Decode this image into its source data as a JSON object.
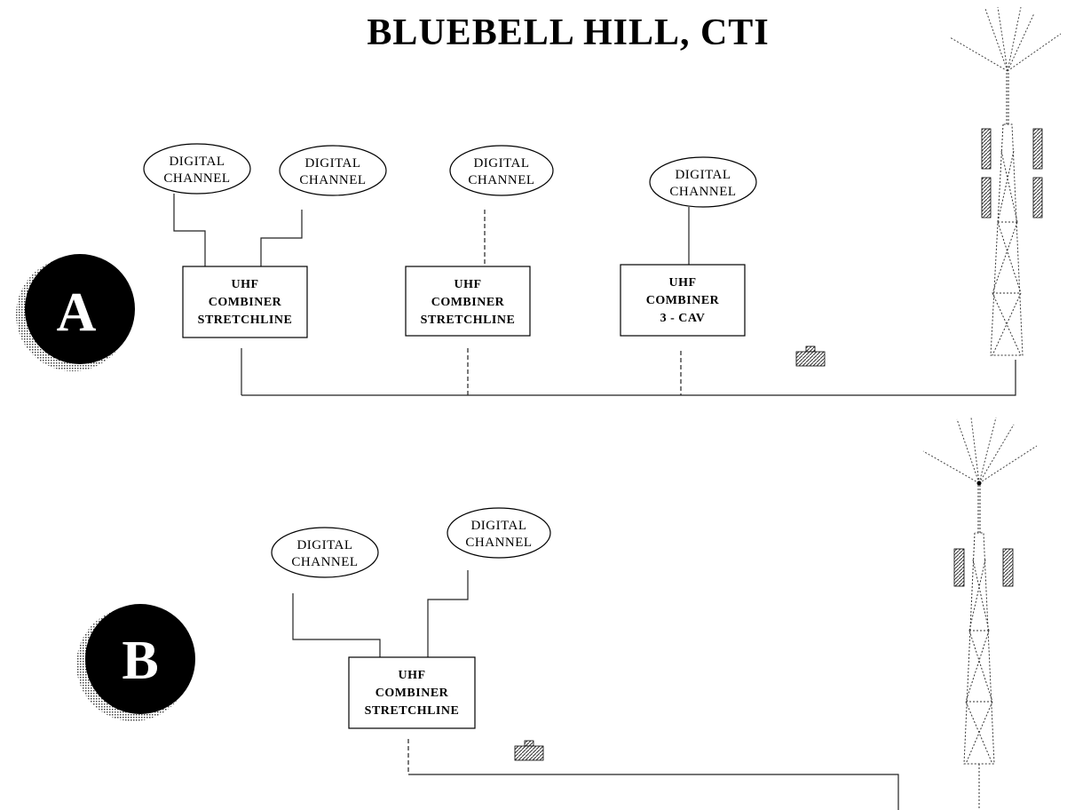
{
  "title": "BLUEBELL HILL, CTI",
  "sites": [
    {
      "label": "A",
      "channels": [
        {
          "line1": "DIGITAL",
          "line2": "CHANNEL"
        },
        {
          "line1": "DIGITAL",
          "line2": "CHANNEL"
        },
        {
          "line1": "DIGITAL",
          "line2": "CHANNEL"
        },
        {
          "line1": "DIGITAL",
          "line2": "CHANNEL"
        }
      ],
      "combiners": [
        {
          "line1": "UHF",
          "line2": "COMBINER",
          "line3": "STRETCHLINE"
        },
        {
          "line1": "UHF",
          "line2": "COMBINER",
          "line3": "STRETCHLINE"
        },
        {
          "line1": "UHF",
          "line2": "COMBINER",
          "line3": "3 - CAV"
        }
      ]
    },
    {
      "label": "B",
      "channels": [
        {
          "line1": "DIGITAL",
          "line2": "CHANNEL"
        },
        {
          "line1": "DIGITAL",
          "line2": "CHANNEL"
        }
      ],
      "combiners": [
        {
          "line1": "UHF",
          "line2": "COMBINER",
          "line3": "STRETCHLINE"
        }
      ]
    }
  ]
}
